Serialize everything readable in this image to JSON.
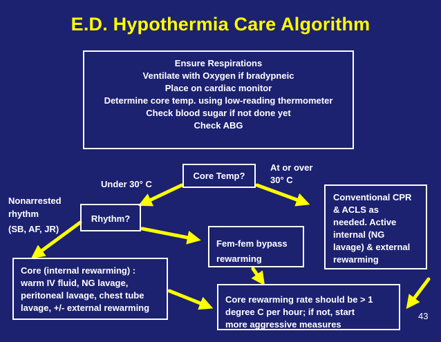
{
  "title": "E.D. Hypothermia Care Algorithm",
  "colors": {
    "background": "#1c2170",
    "title": "#ffff00",
    "arrow": "#ffff00",
    "text": "#ffffff"
  },
  "boxes": {
    "ensure": {
      "lines": [
        "Ensure Respirations",
        "Ventilate with Oxygen if bradypneic",
        "Place on cardiac monitor",
        "Determine core temp. using low-reading thermometer",
        "Check blood sugar if not done yet",
        "Check ABG"
      ]
    },
    "core_temp": {
      "text": "Core Temp?"
    },
    "rhythm": {
      "text": "Rhythm?"
    },
    "fem_fem": {
      "lines": [
        "Fem-fem bypass",
        "rewarming"
      ]
    },
    "conventional": {
      "lines": [
        "Conventional CPR",
        "& ACLS as",
        "needed. Active",
        "internal (NG",
        "lavage) & external",
        "rewarming"
      ]
    },
    "internal": {
      "lines": [
        "Core (internal rewarming) :",
        "warm IV fluid, NG lavage,",
        "peritoneal lavage, chest tube",
        "lavage, +/- external rewarming"
      ]
    },
    "rate": {
      "lines": [
        "Core rewarming rate should be > 1",
        "degree C per hour; if not, start",
        "more aggressive measures"
      ]
    }
  },
  "labels": {
    "under": "Under 30° C",
    "at_or_over": [
      "At or over",
      "30° C"
    ],
    "nonarrested": [
      "Nonarrested",
      "rhythm",
      "(SB, AF, JR)"
    ]
  },
  "page_number": "43"
}
